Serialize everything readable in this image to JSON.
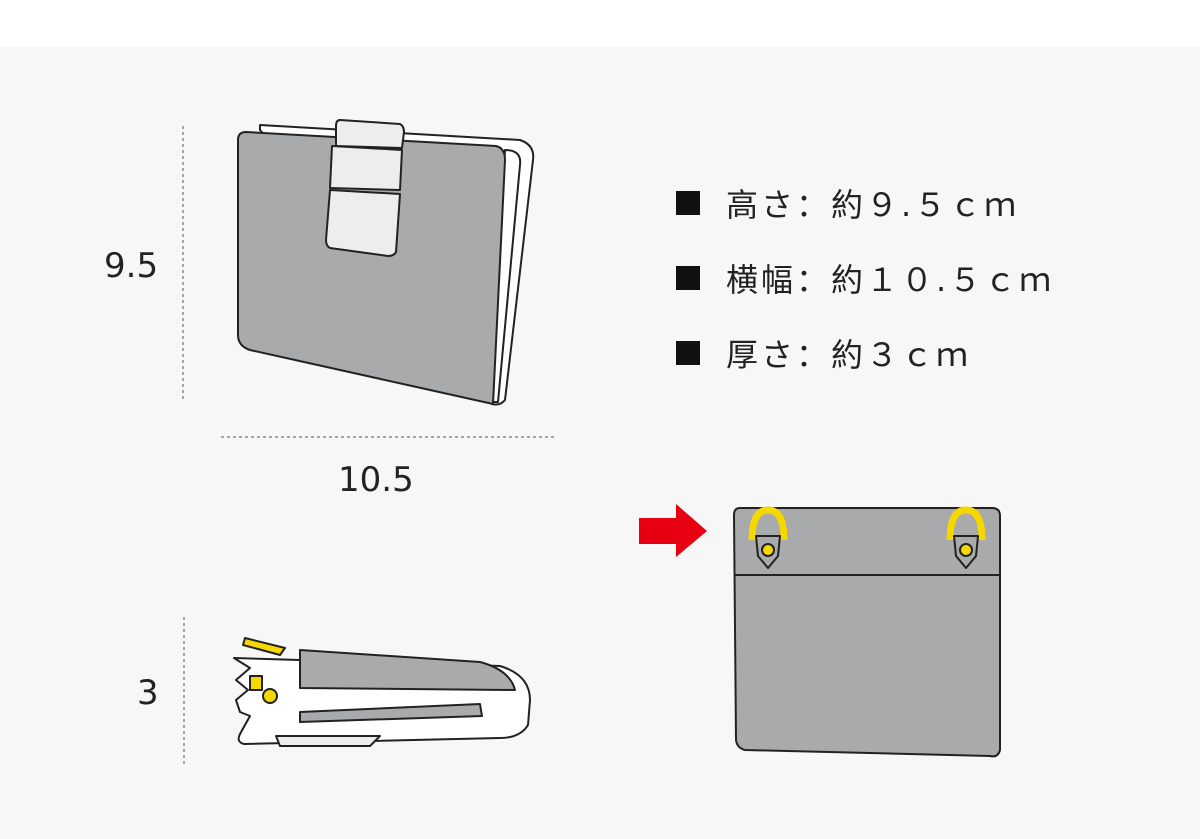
{
  "dimensions": {
    "height_label": "9.5",
    "width_label": "10.5",
    "thickness_label": "3"
  },
  "specs": [
    {
      "label": "高さ：約９.５ｃｍ"
    },
    {
      "label": "横幅：約１０.５ｃｍ"
    },
    {
      "label": "厚さ：約３ｃｍ"
    }
  ],
  "colors": {
    "body": "#a9aaac",
    "accent_yellow": "#f5d800",
    "arrow_red": "#e60012",
    "background": "#f7f7f7"
  }
}
